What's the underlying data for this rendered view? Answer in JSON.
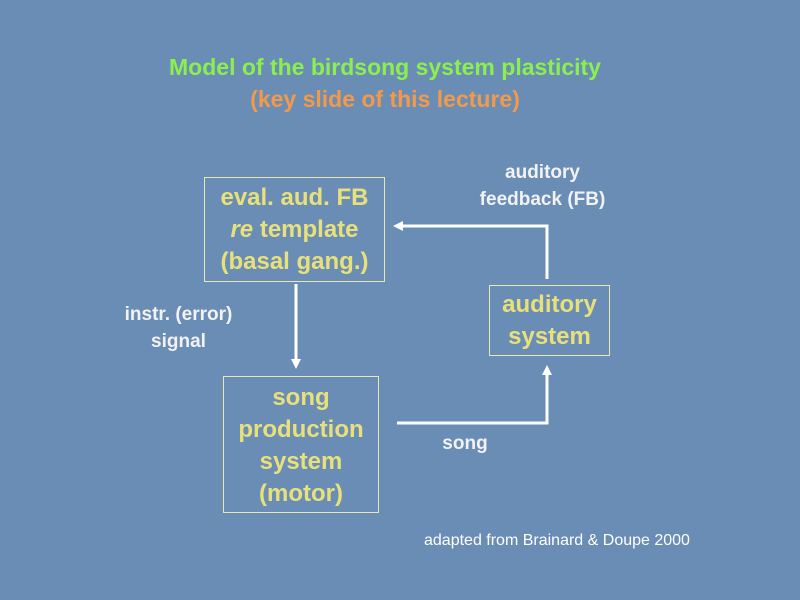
{
  "title": {
    "line1": "Model of the birdsong system plasticity",
    "line2_open": "(",
    "line2_text": "key slide of this lecture",
    "line2_close": ")"
  },
  "boxes": {
    "eval": {
      "line1": "eval. aud. FB",
      "line2_italic": "re",
      "line2_rest": " template",
      "line3": "(basal gang.)"
    },
    "auditory": {
      "line1": "auditory",
      "line2": "system"
    },
    "song_production": {
      "line1": "song",
      "line2": "production",
      "line3": "system",
      "line4": "(motor)"
    }
  },
  "labels": {
    "feedback_line1": "auditory",
    "feedback_line2": "feedback (FB)",
    "instr_line1": "instr. (error)",
    "instr_line2": "signal",
    "song": "song"
  },
  "credit": "adapted from Brainard & Doupe 2000",
  "colors": {
    "background": "#6a8db6",
    "title": "#8bf04d",
    "subtitle": "#f29a4a",
    "box_text": "#e8e07a",
    "label_text": "#f2f2f2",
    "arrow": "#ffffff"
  }
}
